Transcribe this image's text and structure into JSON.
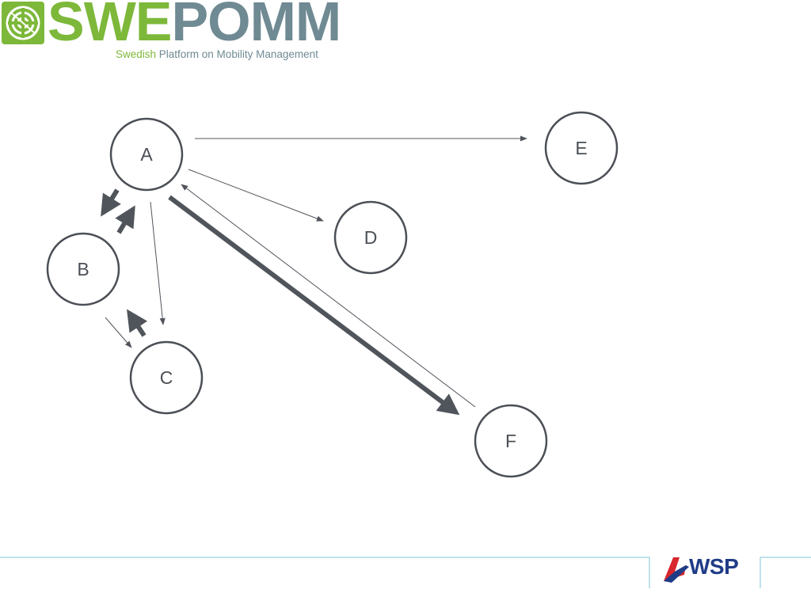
{
  "brand": {
    "name_part1": "SWE",
    "name_part2": "POMM",
    "tagline_part1": "Swedish",
    "tagline_part2": " Platform on Mobility Management",
    "color_green": "#7db83a",
    "color_slate": "#6f8a93"
  },
  "diagram": {
    "nodes": [
      {
        "id": "A",
        "label": "A"
      },
      {
        "id": "B",
        "label": "B"
      },
      {
        "id": "C",
        "label": "C"
      },
      {
        "id": "D",
        "label": "D"
      },
      {
        "id": "E",
        "label": "E"
      },
      {
        "id": "F",
        "label": "F"
      }
    ],
    "edges": [
      {
        "from": "A",
        "to": "E",
        "weight": "thin"
      },
      {
        "from": "A",
        "to": "D",
        "weight": "thin"
      },
      {
        "from": "A",
        "to": "C",
        "weight": "thin"
      },
      {
        "from": "F",
        "to": "A",
        "weight": "thin"
      },
      {
        "from": "A",
        "to": "F",
        "weight": "thick"
      },
      {
        "from": "A",
        "to": "B",
        "weight": "thick"
      },
      {
        "from": "B",
        "to": "A",
        "weight": "thick"
      },
      {
        "from": "B",
        "to": "C",
        "weight": "thin"
      },
      {
        "from": "C",
        "to": "B",
        "weight": "thick"
      }
    ],
    "node_stroke": "#4b4f56",
    "edge_color": "#50545b"
  },
  "footer": {
    "company": "WSP",
    "rule_color": "#7fc4d6",
    "company_color": "#1f3c87",
    "mark_red": "#d8262d"
  }
}
